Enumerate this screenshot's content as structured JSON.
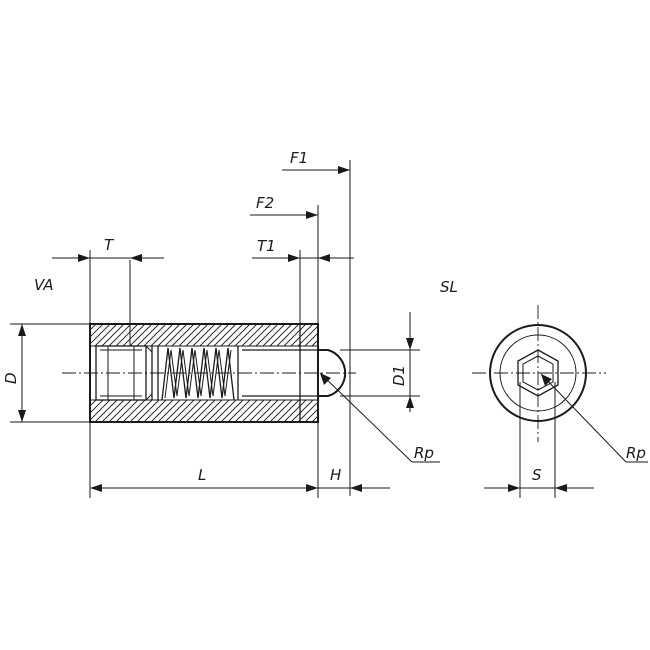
{
  "views": {
    "side_view": {
      "label": "VA"
    },
    "end_view": {
      "label": "SL"
    }
  },
  "dimensions": {
    "T": "T",
    "F1": "F1",
    "F2": "F2",
    "T1": "T1",
    "D": "D",
    "D1": "D1",
    "L": "L",
    "H": "H",
    "S": "S",
    "Rp_side": "Rp",
    "Rp_end": "Rp"
  },
  "colors": {
    "ink": "#1a1a1a",
    "paper": "#ffffff"
  }
}
